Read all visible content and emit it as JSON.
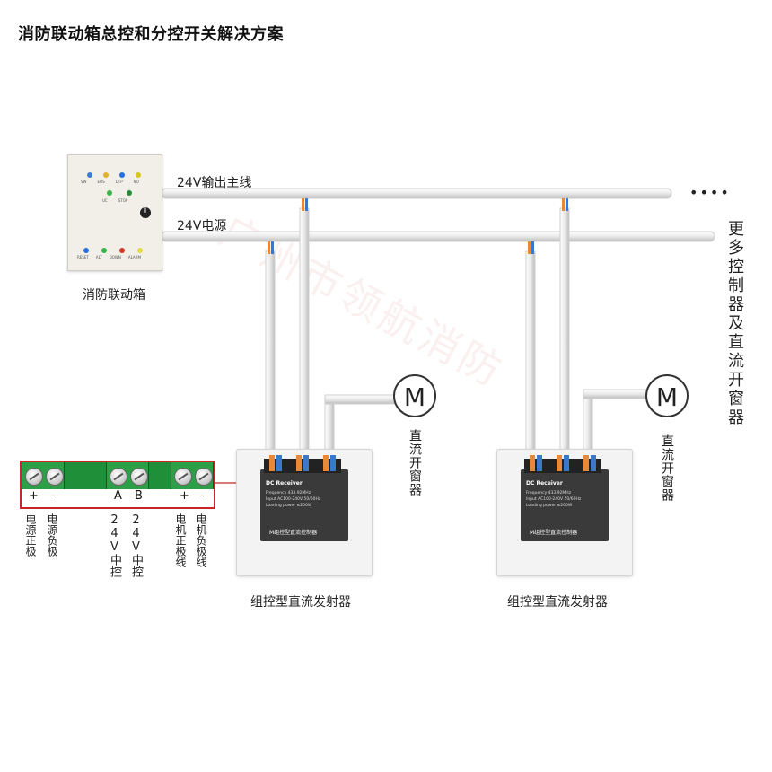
{
  "title": "消防联动箱总控和分控开关解决方案",
  "control_box": {
    "label": "消防联动箱",
    "indicator_labels_top": [
      "SW",
      "EOS",
      "DTP",
      "NO"
    ],
    "indicator_labels_bottom": [
      "UC",
      "STOP"
    ],
    "indicator_labels_row3": [
      "RESET",
      "ALT",
      "DOWN",
      "ALARM"
    ]
  },
  "lines": {
    "main_output": "24V输出主线",
    "power": "24V电源",
    "more_dots": "••••",
    "more_text": "更多控制器及直流开窗器"
  },
  "motors": [
    {
      "symbol": "M",
      "label": "直流开窗器"
    },
    {
      "symbol": "M",
      "label": "直流开窗器"
    }
  ],
  "receivers": [
    {
      "label": "组控型直流发射器",
      "face_title": "DC Receiver",
      "face_lines": [
        "Frequency 433.92MHz",
        "Input AC100-240V 50/60Hz",
        "Loading power ≤200W"
      ],
      "face_bottom": "M组控型直流控制器"
    },
    {
      "label": "组控型直流发射器",
      "face_title": "DC Receiver",
      "face_lines": [
        "Frequency 433.92MHz",
        "Input AC100-240V 50/60Hz",
        "Loading power ≤200W"
      ],
      "face_bottom": "M组控型直流控制器"
    }
  ],
  "terminal": {
    "polarity": [
      "+",
      "-",
      "A",
      "B",
      "+",
      "-"
    ],
    "labels": [
      "电源正极",
      "电源负极",
      "24V中控",
      "24V中控",
      "电机正极线",
      "电机负极线"
    ]
  },
  "watermark": "广州市领航消防",
  "colors": {
    "terminal_green": "#1f8f3a",
    "highlight_red": "#c62828",
    "wire_orange": "#e8893a",
    "wire_blue": "#3a78c8"
  }
}
